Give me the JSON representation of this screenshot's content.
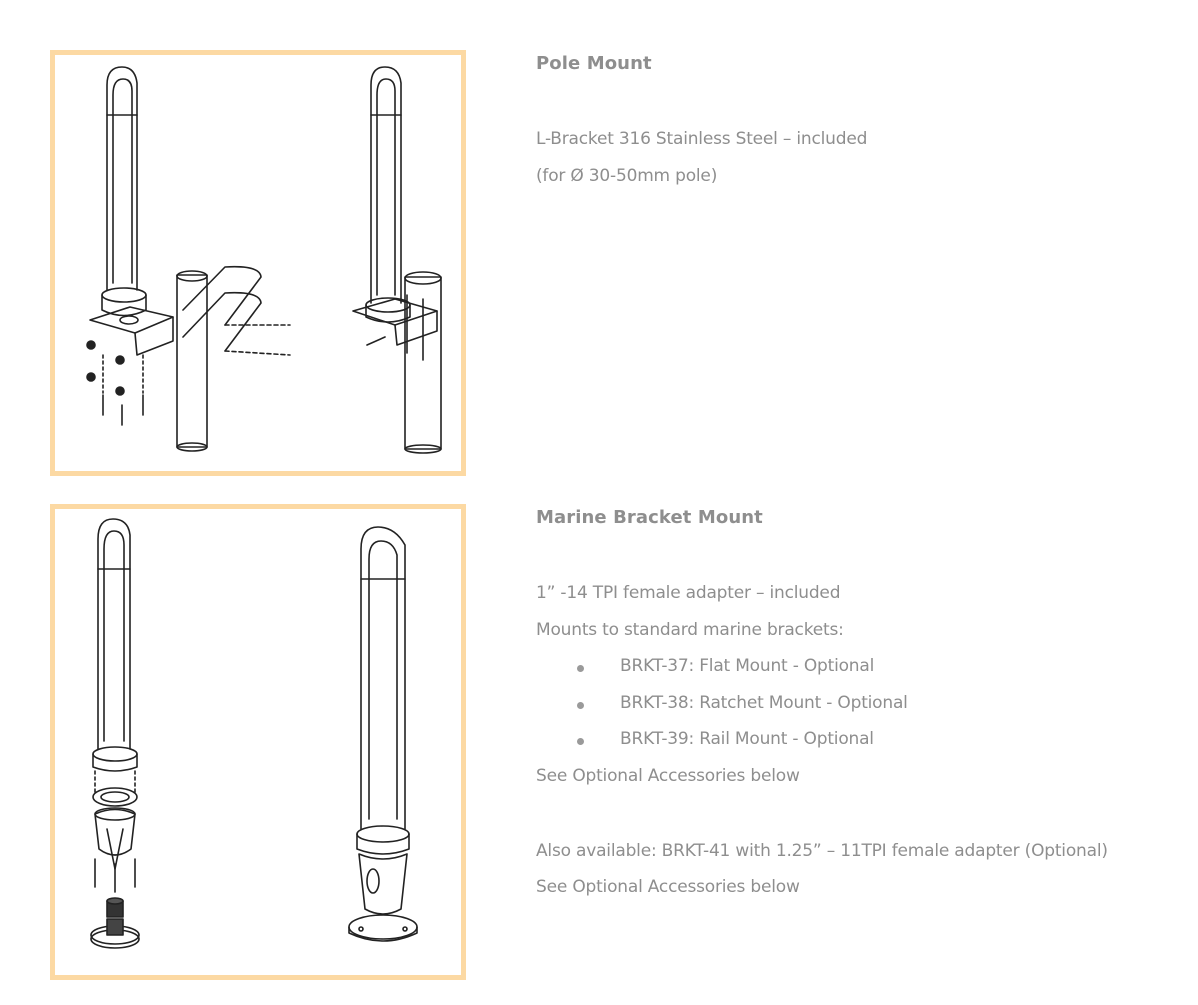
{
  "pole_mount": {
    "title": "Pole Mount",
    "line1": "L-Bracket 316 Stainless Steel – included",
    "line2": "(for Ø 30-50mm pole)"
  },
  "marine_mount": {
    "title": "Marine Bracket Mount",
    "line1": "1” -14 TPI female adapter – included",
    "line2": "Mounts to standard marine brackets:",
    "brackets": [
      "BRKT-37: Flat Mount - Optional",
      "BRKT-38: Ratchet Mount - Optional",
      "BRKT-39: Rail Mount - Optional"
    ],
    "see1": "See Optional Accessories below",
    "also": "Also available: BRKT-41 with 1.25” – 11TPI female adapter (Optional)",
    "see2": "See Optional Accessories below"
  },
  "colors": {
    "frame_border": "#fcd9a3",
    "text": "#8e8e8e"
  }
}
